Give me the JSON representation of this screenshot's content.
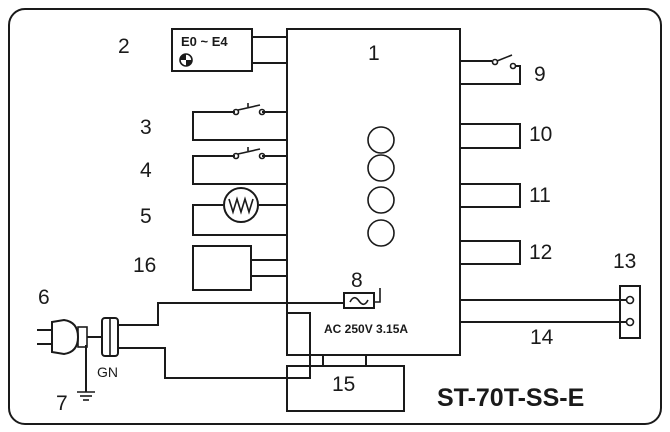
{
  "diagram": {
    "model": "ST-70T-SS-E",
    "display_codes": "E0 ~ E4",
    "fuse_rating": "AC 250V 3.15A",
    "ground_label": "GN",
    "labels": {
      "n1": "1",
      "n2": "2",
      "n3": "3",
      "n4": "4",
      "n5": "5",
      "n6": "6",
      "n7": "7",
      "n8": "8",
      "n9": "9",
      "n10": "10",
      "n11": "11",
      "n12": "12",
      "n13": "13",
      "n14": "14",
      "n15": "15",
      "n16": "16"
    },
    "icons": {
      "sensor": "half-filled-circle-icon",
      "heater": "heating-element-icon",
      "plug": "power-plug-icon",
      "ground": "ground-icon",
      "fuse": "fuse-icon"
    }
  }
}
